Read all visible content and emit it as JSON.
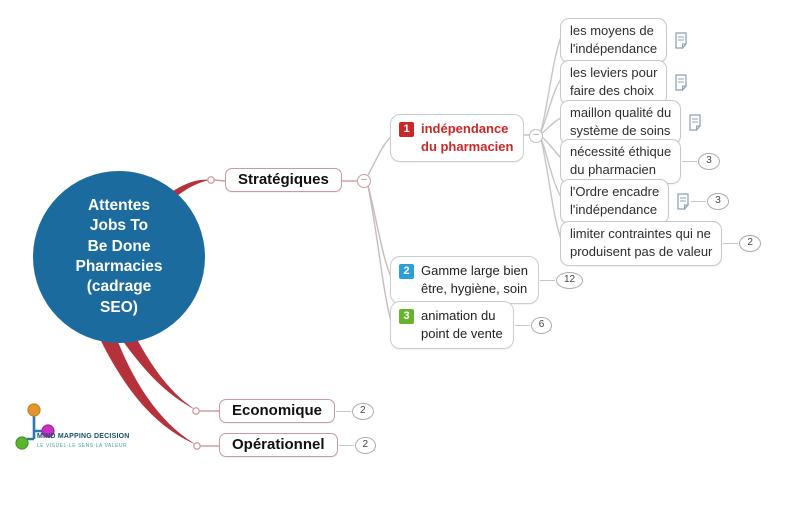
{
  "central_topic": {
    "label": "Attentes\nJobs To\nBe Done\nPharmacies\n(cadrage\nSEO)"
  },
  "main_topics": [
    {
      "label": "Stratégiques"
    },
    {
      "label": "Economique",
      "count": "2"
    },
    {
      "label": "Opérationnel",
      "count": "2"
    }
  ],
  "subtopics": [
    {
      "number": "1",
      "label": "indépendance\ndu pharmacien"
    },
    {
      "number": "2",
      "label": "Gamme large bien\nêtre, hygiène, soin",
      "count": "12"
    },
    {
      "number": "3",
      "label": "animation du\npoint de vente",
      "count": "6"
    }
  ],
  "leaf_topics": [
    {
      "label": "les moyens de\nl'indépendance",
      "has_note_icon": true
    },
    {
      "label": "les leviers pour\nfaire des choix",
      "has_note_icon": true
    },
    {
      "label": "maillon qualité du\nsystème de soins",
      "has_note_icon": true
    },
    {
      "label": "nécessité éthique\ndu pharmacien",
      "count": "3"
    },
    {
      "label": "l'Ordre encadre\nl'indépendance",
      "has_note_icon": true,
      "count": "3"
    },
    {
      "label": "limiter contraintes qui ne\nproduisent pas de valeur",
      "count": "2"
    }
  ],
  "ui": {
    "collapse_glyph": "–"
  },
  "logo": {
    "title": "MIND MAPPING DECISION",
    "tagline": "LE VISUEL·LE SENS·LA VALEUR"
  },
  "colors": {
    "central_bg": "#1c6b9e",
    "branch_red": "#b5313b",
    "subtopic1_accent": "#cc2727",
    "subtopic2_accent": "#2d9fd6",
    "subtopic3_accent": "#67b32e",
    "main_border": "#c99a9e",
    "connector_gray": "#c6c6c6"
  }
}
